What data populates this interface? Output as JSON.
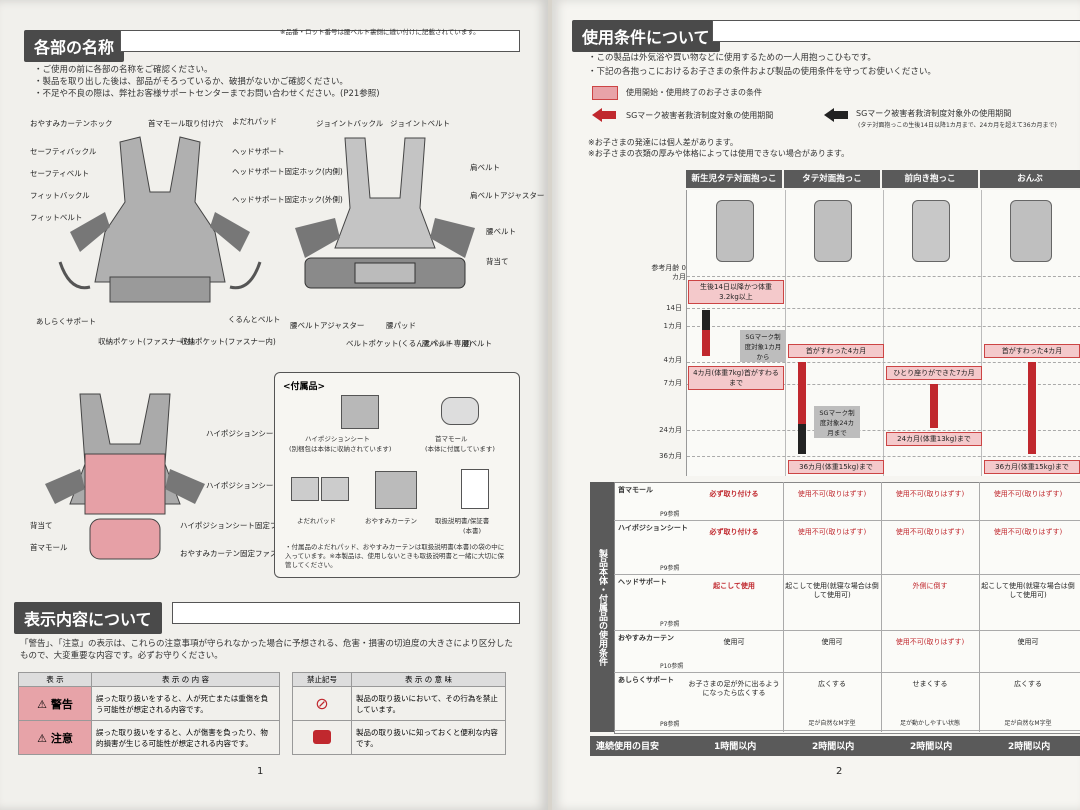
{
  "left": {
    "parts_title": "各部の名称",
    "parts_note": "※品番・ロット番号は腰ベルト裏側に縫い付けに記載されています。",
    "intro": [
      "・ご使用の前に各部の名称をご確認ください。",
      "・製品を取り出した後は、部品がそろっているか、破損がないかご確認ください。",
      "・不足や不良の際は、弊社お客様サポートセンターまでお問い合わせください。(P21参照)"
    ],
    "front_labels": [
      "おやすみカーテンホック",
      "セーフティバックル",
      "セーフティベルト",
      "フィットバックル",
      "フィットベルト",
      "首マモール取り付け穴",
      "よだれパッド",
      "ヘッドサポート",
      "ヘッドサポート固定ホック(内側)",
      "ヘッドサポート固定ホック(外側)",
      "あしらくサポート",
      "収納ポケット(ファスナー付)",
      "収納ポケット(ファスナー内)",
      "くるんとベルト"
    ],
    "back_labels": [
      "ジョイントバックル",
      "ジョイントベルト",
      "肩ベルト",
      "肩ベルトアジャスター",
      "腰ベルト",
      "背当て",
      "腰ベルトアジャスター",
      "腰パッド",
      "ベルトポケット(くるんとベルト専用)",
      "腰パッド",
      "腰ベルト"
    ],
    "hip_labels": [
      "ハイポジションシート固定ファスナー(グレー)",
      "ハイポジションシート",
      "背当て",
      "首マモール",
      "ハイポジションシート固定ファスナー(黄色)",
      "おやすみカーテン固定ファスナー(黒)"
    ],
    "accessories": {
      "title": "<付属品>",
      "items": [
        "ハイポジションシート",
        "首マモール",
        "よだれパッド",
        "おやすみカーテン",
        "取扱説明書/保証書"
      ],
      "subs": [
        "(別梱包は本体に収納されています)",
        "(本体に付属しています)",
        "",
        "",
        "(本書)"
      ],
      "note": "・付属品のよだれパッド、おやすみカーテンは取扱説明書(本書)の袋の中に入っています。※本製品は、使用しないときも取扱説明書と一緒に大切に保管してください。"
    },
    "display_title": "表示内容について",
    "display_text": "「警告」、「注意」の表示は、これらの注意事項が守られなかった場合に予想される、危害・損害の切迫度の大きさにより区分したもので、大変重要な内容です。必ずお守りください。",
    "table_head": [
      "表 示",
      "表 示 の 内 容"
    ],
    "warning_label": "警告",
    "warning_text": "誤った取り扱いをすると、人が死亡または重傷を負う可能性が想定される内容です。",
    "caution_label": "注意",
    "caution_text": "誤った取り扱いをすると、人が傷害を負ったり、物的損害が生じる可能性が想定される内容です。",
    "symbol_head": [
      "禁止記号",
      "表 示 の 意 味"
    ],
    "prohibit_text": "製品の取り扱いにおいて、その行為を禁止しています。",
    "advice_text": "製品の取り扱いに知っておくと便利な内容です。",
    "page_number": "1"
  },
  "right": {
    "title": "使用条件について",
    "intro": [
      "・この製品は外気浴や買い物などに使用するための一人用抱っこひもです。",
      "・下記の各抱っこにおけるお子さまの条件および製品の使用条件を守ってお使いください。"
    ],
    "legend1": "使用開始・使用終了のお子さまの条件",
    "legend2": "SGマーク被害者救済制度対象の使用期間",
    "legend3": "SGマーク被害者救済制度対象外の使用期間",
    "legend3_sub": "(タテ対面抱っこの生後14日以降1カ月まで、24カ月を超えて36カ月まで)",
    "notes": [
      "※お子さまの発達には個人差があります。",
      "※お子さまの衣類の厚みや体格によっては使用できない場合があります。"
    ],
    "columns": [
      "新生児タテ対面抱っこ",
      "タテ対面抱っこ",
      "前向き抱っこ",
      "おんぶ"
    ],
    "age_labels": [
      "参考月齢 0カ月",
      "14日",
      "1カ月",
      "4カ月",
      "7カ月",
      "24カ月",
      "36カ月"
    ],
    "tags": {
      "c1_start": "生後14日以降かつ体重3.2kg以上",
      "c1_sg": "SGマーク制度対象1カ月から",
      "c1_end": "4カ月(体重7kg)首がすわるまで",
      "c2_start": "首がすわった4カ月",
      "c2_sg": "SGマーク制度対象24カ月まで",
      "c2_end": "36カ月(体重15kg)まで",
      "c3_start": "ひとり座りができた7カ月",
      "c3_end": "24カ月(体重13kg)まで",
      "c4_start": "首がすわった4カ月",
      "c4_end": "36カ月(体重15kg)まで"
    },
    "side_label": "製品本体・付属品の使用条件",
    "rows": [
      {
        "name": "首マモール",
        "page": "P9参照",
        "cells": [
          "必ず取り付ける",
          "使用不可(取りはずす)",
          "使用不可(取りはずす)",
          "使用不可(取りはずす)"
        ]
      },
      {
        "name": "ハイポジションシート",
        "page": "P9参照",
        "cells": [
          "必ず取り付ける",
          "使用不可(取りはずす)",
          "使用不可(取りはずす)",
          "使用不可(取りはずす)"
        ]
      },
      {
        "name": "ヘッドサポート",
        "page": "P7参照",
        "cells": [
          "起こして使用",
          "起こして使用(就寝な場合は倒して使用可)",
          "外側に倒す",
          "起こして使用(就寝な場合は倒して使用可)"
        ]
      },
      {
        "name": "おやすみカーテン",
        "page": "P10参照",
        "cells": [
          "使用可",
          "使用可",
          "使用不可(取りはずす)",
          "使用可"
        ]
      },
      {
        "name": "あしらくサポート",
        "page": "P8参照",
        "cells": [
          "お子さまの足が外に出るようになったら広くする",
          "広くする",
          "せまくする",
          "広くする"
        ],
        "subs": [
          "",
          "足が自然なM字型",
          "足が動かしやすい状態",
          "足が自然なM字型"
        ]
      }
    ],
    "footer_label": "連続使用の目安",
    "footer_values": [
      "1時間以内",
      "2時間以内",
      "2時間以内",
      "2時間以内"
    ],
    "page_number": "2"
  }
}
